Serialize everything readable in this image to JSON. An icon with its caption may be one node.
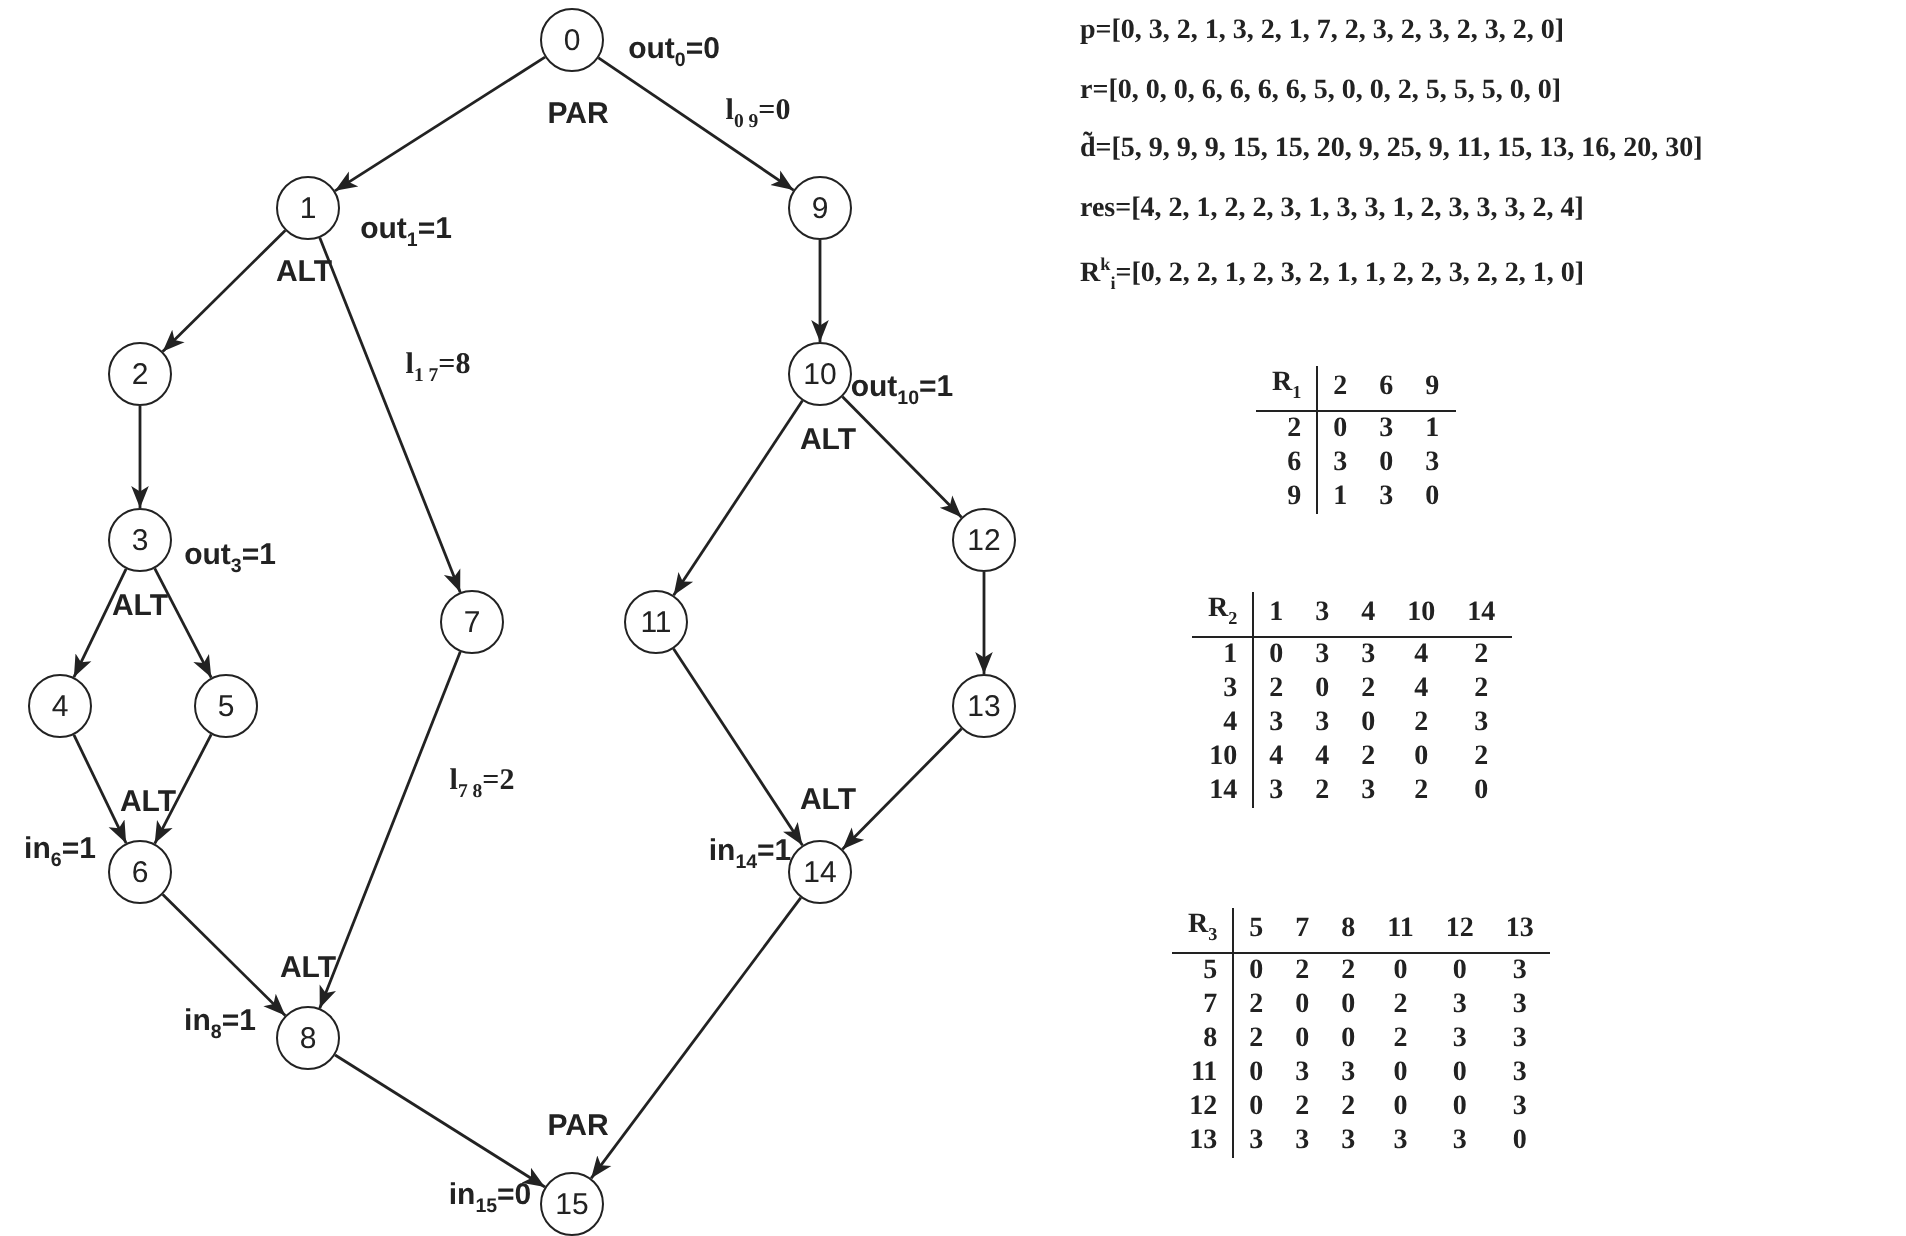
{
  "diagram": {
    "nodes": [
      {
        "text": [
          "0"
        ],
        "beside": [
          "out$_{0}$=0",
          "PAR"
        ]
      },
      {
        "text": [
          "1"
        ],
        "beside": [
          "out$_{1}$=1",
          "ALT"
        ]
      },
      {
        "text": [
          "2"
        ]
      },
      {
        "text": [
          "3"
        ],
        "beside": [
          "out$_{3}$=1",
          "ALT"
        ]
      },
      {
        "text": [
          "4"
        ]
      },
      {
        "text": [
          "5"
        ]
      },
      {
        "text": [
          "6"
        ],
        "beside": [
          "ALT",
          "in$_{6}$=1"
        ]
      },
      {
        "text": [
          "7"
        ]
      },
      {
        "text": [
          "8"
        ],
        "beside": [
          "ALT",
          "in$_{8}$=1"
        ]
      },
      {
        "text": [
          "9"
        ]
      },
      {
        "text": [
          "10"
        ],
        "beside": [
          "out$_{10}$=1",
          "ALT"
        ]
      },
      {
        "text": [
          "11"
        ]
      },
      {
        "text": [
          "12"
        ]
      },
      {
        "text": [
          "13"
        ]
      },
      {
        "text": [
          "14"
        ],
        "beside": [
          "ALT",
          "in$_{14}$=1"
        ]
      },
      {
        "text": [
          "15"
        ],
        "beside": [
          "PAR",
          "in$_{15}$=0"
        ]
      }
    ],
    "edges": [
      {
        "from": 0,
        "to": 1,
        "arrow": "to"
      },
      {
        "from": 0,
        "to": 9,
        "arrow": "to",
        "label": "l$_{0 9}$=0"
      },
      {
        "from": 1,
        "to": 2,
        "arrow": "to"
      },
      {
        "from": 1,
        "to": 7,
        "arrow": "to",
        "label": "l$_{1 7}$=8"
      },
      {
        "from": 2,
        "to": 3,
        "arrow": "to"
      },
      {
        "from": 3,
        "to": 4,
        "arrow": "to"
      },
      {
        "from": 3,
        "to": 5,
        "arrow": "to"
      },
      {
        "from": 4,
        "to": 6,
        "arrow": "to"
      },
      {
        "from": 5,
        "to": 6,
        "arrow": "to"
      },
      {
        "from": 6,
        "to": 8,
        "arrow": "to"
      },
      {
        "from": 7,
        "to": 8,
        "arrow": "to",
        "label": "l$_{7 8}$=2"
      },
      {
        "from": 8,
        "to": 15,
        "arrow": "to"
      },
      {
        "from": 9,
        "to": 10,
        "arrow": "to"
      },
      {
        "from": 10,
        "to": 11,
        "arrow": "to"
      },
      {
        "from": 10,
        "to": 12,
        "arrow": "to"
      },
      {
        "from": 11,
        "to": 14,
        "arrow": "to"
      },
      {
        "from": 12,
        "to": 13,
        "arrow": "to"
      },
      {
        "from": 13,
        "to": 14,
        "arrow": "to"
      },
      {
        "from": 14,
        "to": 15,
        "arrow": "to"
      }
    ],
    "labels": [
      "p=[0, 3, 2, 1, 3, 2, 1, 7, 2, 3, 2, 3, 2, 3, 2, 0]",
      "r=[0, 0, 0, 6, 6, 6, 6, 5, 0, 0, 2, 5, 5, 5, 0, 0]",
      "d̃=[5, 9, 9, 9, 15, 15, 20, 9, 25, 9, 11, 15, 13, 16, 20, 30]",
      "res=[4, 2, 1, 2, 2, 3, 1, 3, 3, 1, 2, 3, 3, 3, 2, 4]",
      "R$^{k}$$_{i}$=[0, 2, 2, 1, 2, 3, 2, 1, 1, 2, 2, 3, 2, 2, 1, 0]",
      "R$_{1}$",
      "2",
      "6",
      "9",
      "2",
      "0",
      "3",
      "1",
      "6",
      "3",
      "0",
      "3",
      "9",
      "1",
      "3",
      "0",
      "R$_{2}$",
      "1",
      "3",
      "4",
      "10",
      "14",
      "1",
      "0",
      "3",
      "3",
      "4",
      "2",
      "3",
      "2",
      "0",
      "2",
      "4",
      "2",
      "4",
      "3",
      "3",
      "0",
      "2",
      "3",
      "10",
      "4",
      "4",
      "2",
      "0",
      "2",
      "14",
      "3",
      "2",
      "3",
      "2",
      "0",
      "R$_{3}$",
      "5",
      "7",
      "8",
      "11",
      "12",
      "13",
      "5",
      "0",
      "2",
      "2",
      "0",
      "0",
      "3",
      "7",
      "2",
      "0",
      "0",
      "2",
      "3",
      "3",
      "8",
      "2",
      "0",
      "0",
      "2",
      "3",
      "3",
      "11",
      "0",
      "3",
      "3",
      "0",
      "0",
      "3",
      "12",
      "0",
      "2",
      "2",
      "0",
      "0",
      "3",
      "13",
      "3",
      "3",
      "3",
      "3",
      "3",
      "0"
    ]
  }
}
